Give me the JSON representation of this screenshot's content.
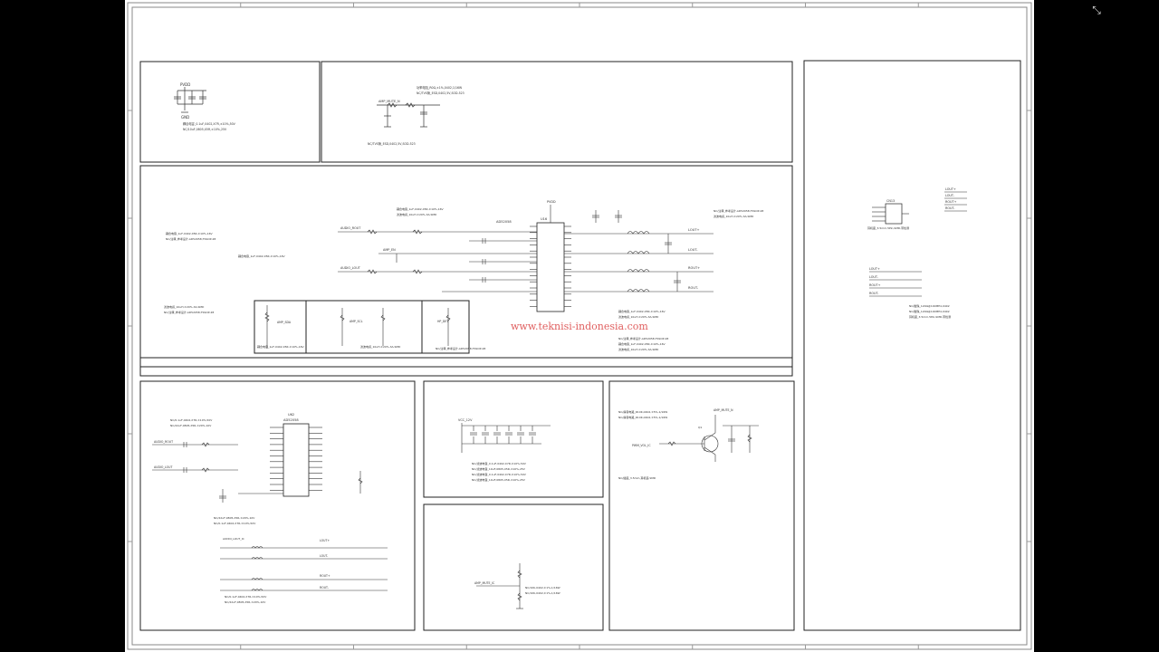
{
  "watermark": "www.teknisi-indonesia.com",
  "ui": {
    "fullscreen_icon": "exit-fullscreen-icon"
  },
  "chips": {
    "amp_ic": {
      "ref": "U16",
      "part": "AD52058"
    },
    "codec_ic": {
      "ref": "U62",
      "part": "AD52058"
    },
    "hp_jack": {
      "ref": "CN13",
      "label": "耳机座"
    },
    "transistor": {
      "ref": "Q1"
    }
  },
  "nets": [
    {
      "name": "AMP_MUTE_N"
    },
    {
      "name": "AMP_EN"
    },
    {
      "name": "LOUT+"
    },
    {
      "name": "LOUT-"
    },
    {
      "name": "ROUT+"
    },
    {
      "name": "ROUT-"
    },
    {
      "name": "AMP_SDA"
    },
    {
      "name": "AMP_SCL"
    },
    {
      "name": "PVDD"
    },
    {
      "name": "GND"
    },
    {
      "name": "AUDIO_ROUT"
    },
    {
      "name": "AUDIO_LOUT"
    },
    {
      "name": "PWM_VOL_IC"
    },
    {
      "name": "HP_DET"
    },
    {
      "name": "VCC_12V"
    }
  ],
  "notes": {
    "power_panel": [
      "耦合电容_0.1uF,0402,X7R,±10%,50V",
      "NC/10uF,0805,X5R,±10%,25V"
    ],
    "filter_panel": [
      "功率电阻_R0Ω,±1%,0402,1/16W",
      "NC/TVS管_ESD,0402,5V,SOD-523"
    ],
    "amp_panel": [
      "耦合电容_1uF,0402,X5R,±10%,16V",
      "滤波电感_10uH,±20%,3A,SMD",
      "NC/注释_参考设计,AD52058,TSSOP-28"
    ],
    "codec_panel": [
      "NC/0.1uF,0402,X7R,±10%,50V",
      "NC/22uF,0805,X5R,±20%,10V",
      "AUDIO_LOUT_IC"
    ],
    "decoupling_panel": [
      "NC/滤波电容_0.1uF,0402,X7R,±10%,50V",
      "NC/滤波电容_10uF,0805,X5R,±10%,25V"
    ],
    "mute_panel": [
      "NC/静音电路_R10K,0402,±5%,1/16W",
      "NC/插座_3.5mm,耳机座,SMD"
    ],
    "jack_panel": [
      "耳机座_3.5mm,5Pin,SMD,带检测",
      "NC/磁珠_120Ω@100MHz,0402"
    ],
    "bias_panel": [
      "AMP_MUTE_IC",
      "NC/10K,0402,±1%,1/16W"
    ]
  }
}
